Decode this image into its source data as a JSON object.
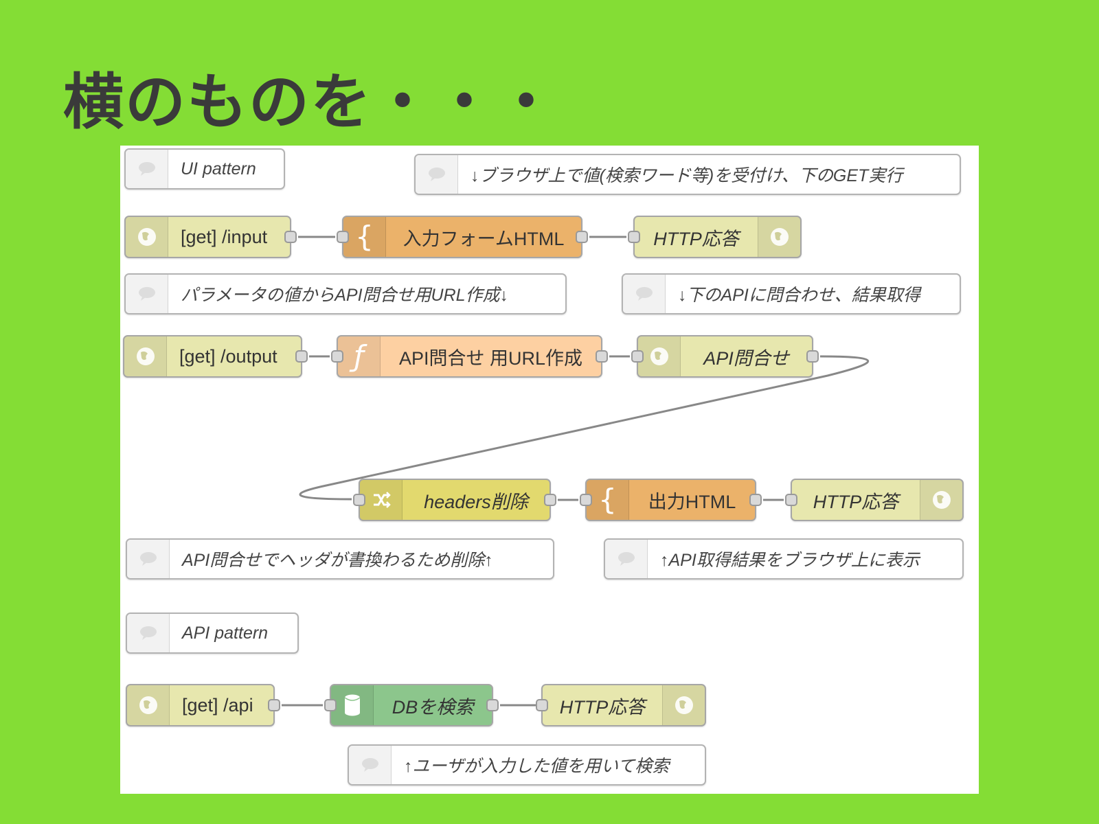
{
  "slide": {
    "title": "横のものを・・・"
  },
  "canvas": {
    "comments": {
      "ui_pattern": "UI pattern",
      "note_top": "↓ブラウザ上で値(検索ワード等)を受付け、下のGET実行",
      "note_param": "パラメータの値からAPI問合せ用URL作成↓",
      "note_api": "↓下のAPIに問合わせ、結果取得",
      "note_headers": "API問合せでヘッダが書換わるため削除↑",
      "note_output": "↑API取得結果をブラウザ上に表示",
      "api_pattern": "API pattern",
      "note_user": "↑ユーザが入力した値を用いて検索"
    },
    "nodes": {
      "get_input": "[get] /input",
      "form_html": "入力フォームHTML",
      "http_resp_1": "HTTP応答",
      "get_output": "[get] /output",
      "api_url": "API問合せ 用URL作成",
      "api_query": "API問合せ",
      "headers_delete": "headers削除",
      "output_html": "出力HTML",
      "http_resp_2": "HTTP応答",
      "get_api": "[get] /api",
      "db_search": "DBを検索",
      "http_resp_3": "HTTP応答"
    }
  },
  "colors": {
    "background": "#84dd35",
    "http_node": "#e7e7ae",
    "template_node": "#ebb26a",
    "function_node": "#fdd0a2",
    "change_node": "#e2d96e",
    "db_node": "#8cc68c"
  }
}
